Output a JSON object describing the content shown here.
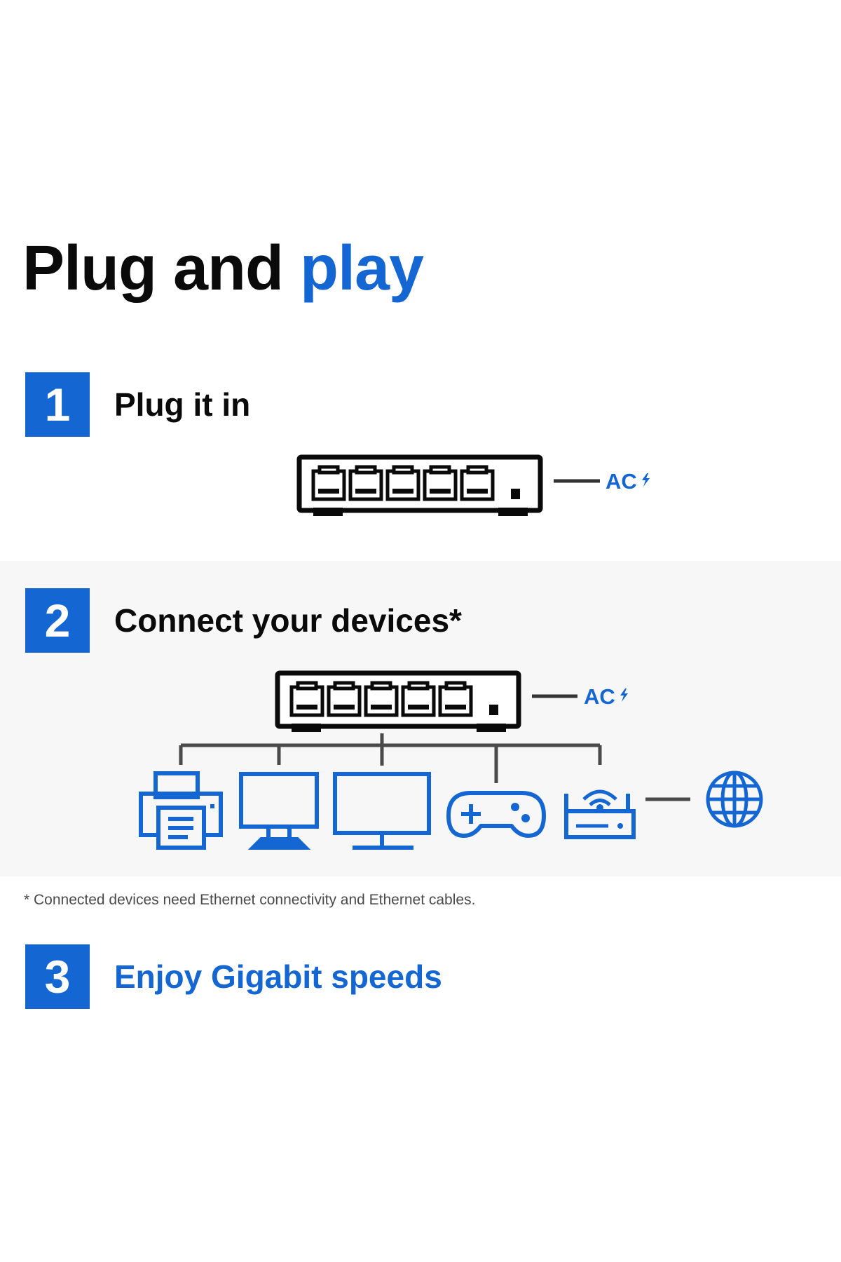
{
  "headline": {
    "text": "Plug and",
    "accent": "play"
  },
  "steps": [
    {
      "number": "1",
      "title": "Plug it in"
    },
    {
      "number": "2",
      "title": "Connect your devices*"
    },
    {
      "number": "3",
      "title": "Enjoy Gigabit speeds"
    }
  ],
  "power_label": "AC",
  "footnote": "* Connected devices need Ethernet connectivity and Ethernet cables.",
  "devices": [
    "printer-icon",
    "monitor-icon",
    "monitor-icon",
    "gamepad-icon",
    "router-icon",
    "globe-icon"
  ],
  "colors": {
    "accent": "#1466d2",
    "ink": "#0a0a0a",
    "band": "#f7f7f7",
    "footnote": "#4a4a4a"
  }
}
